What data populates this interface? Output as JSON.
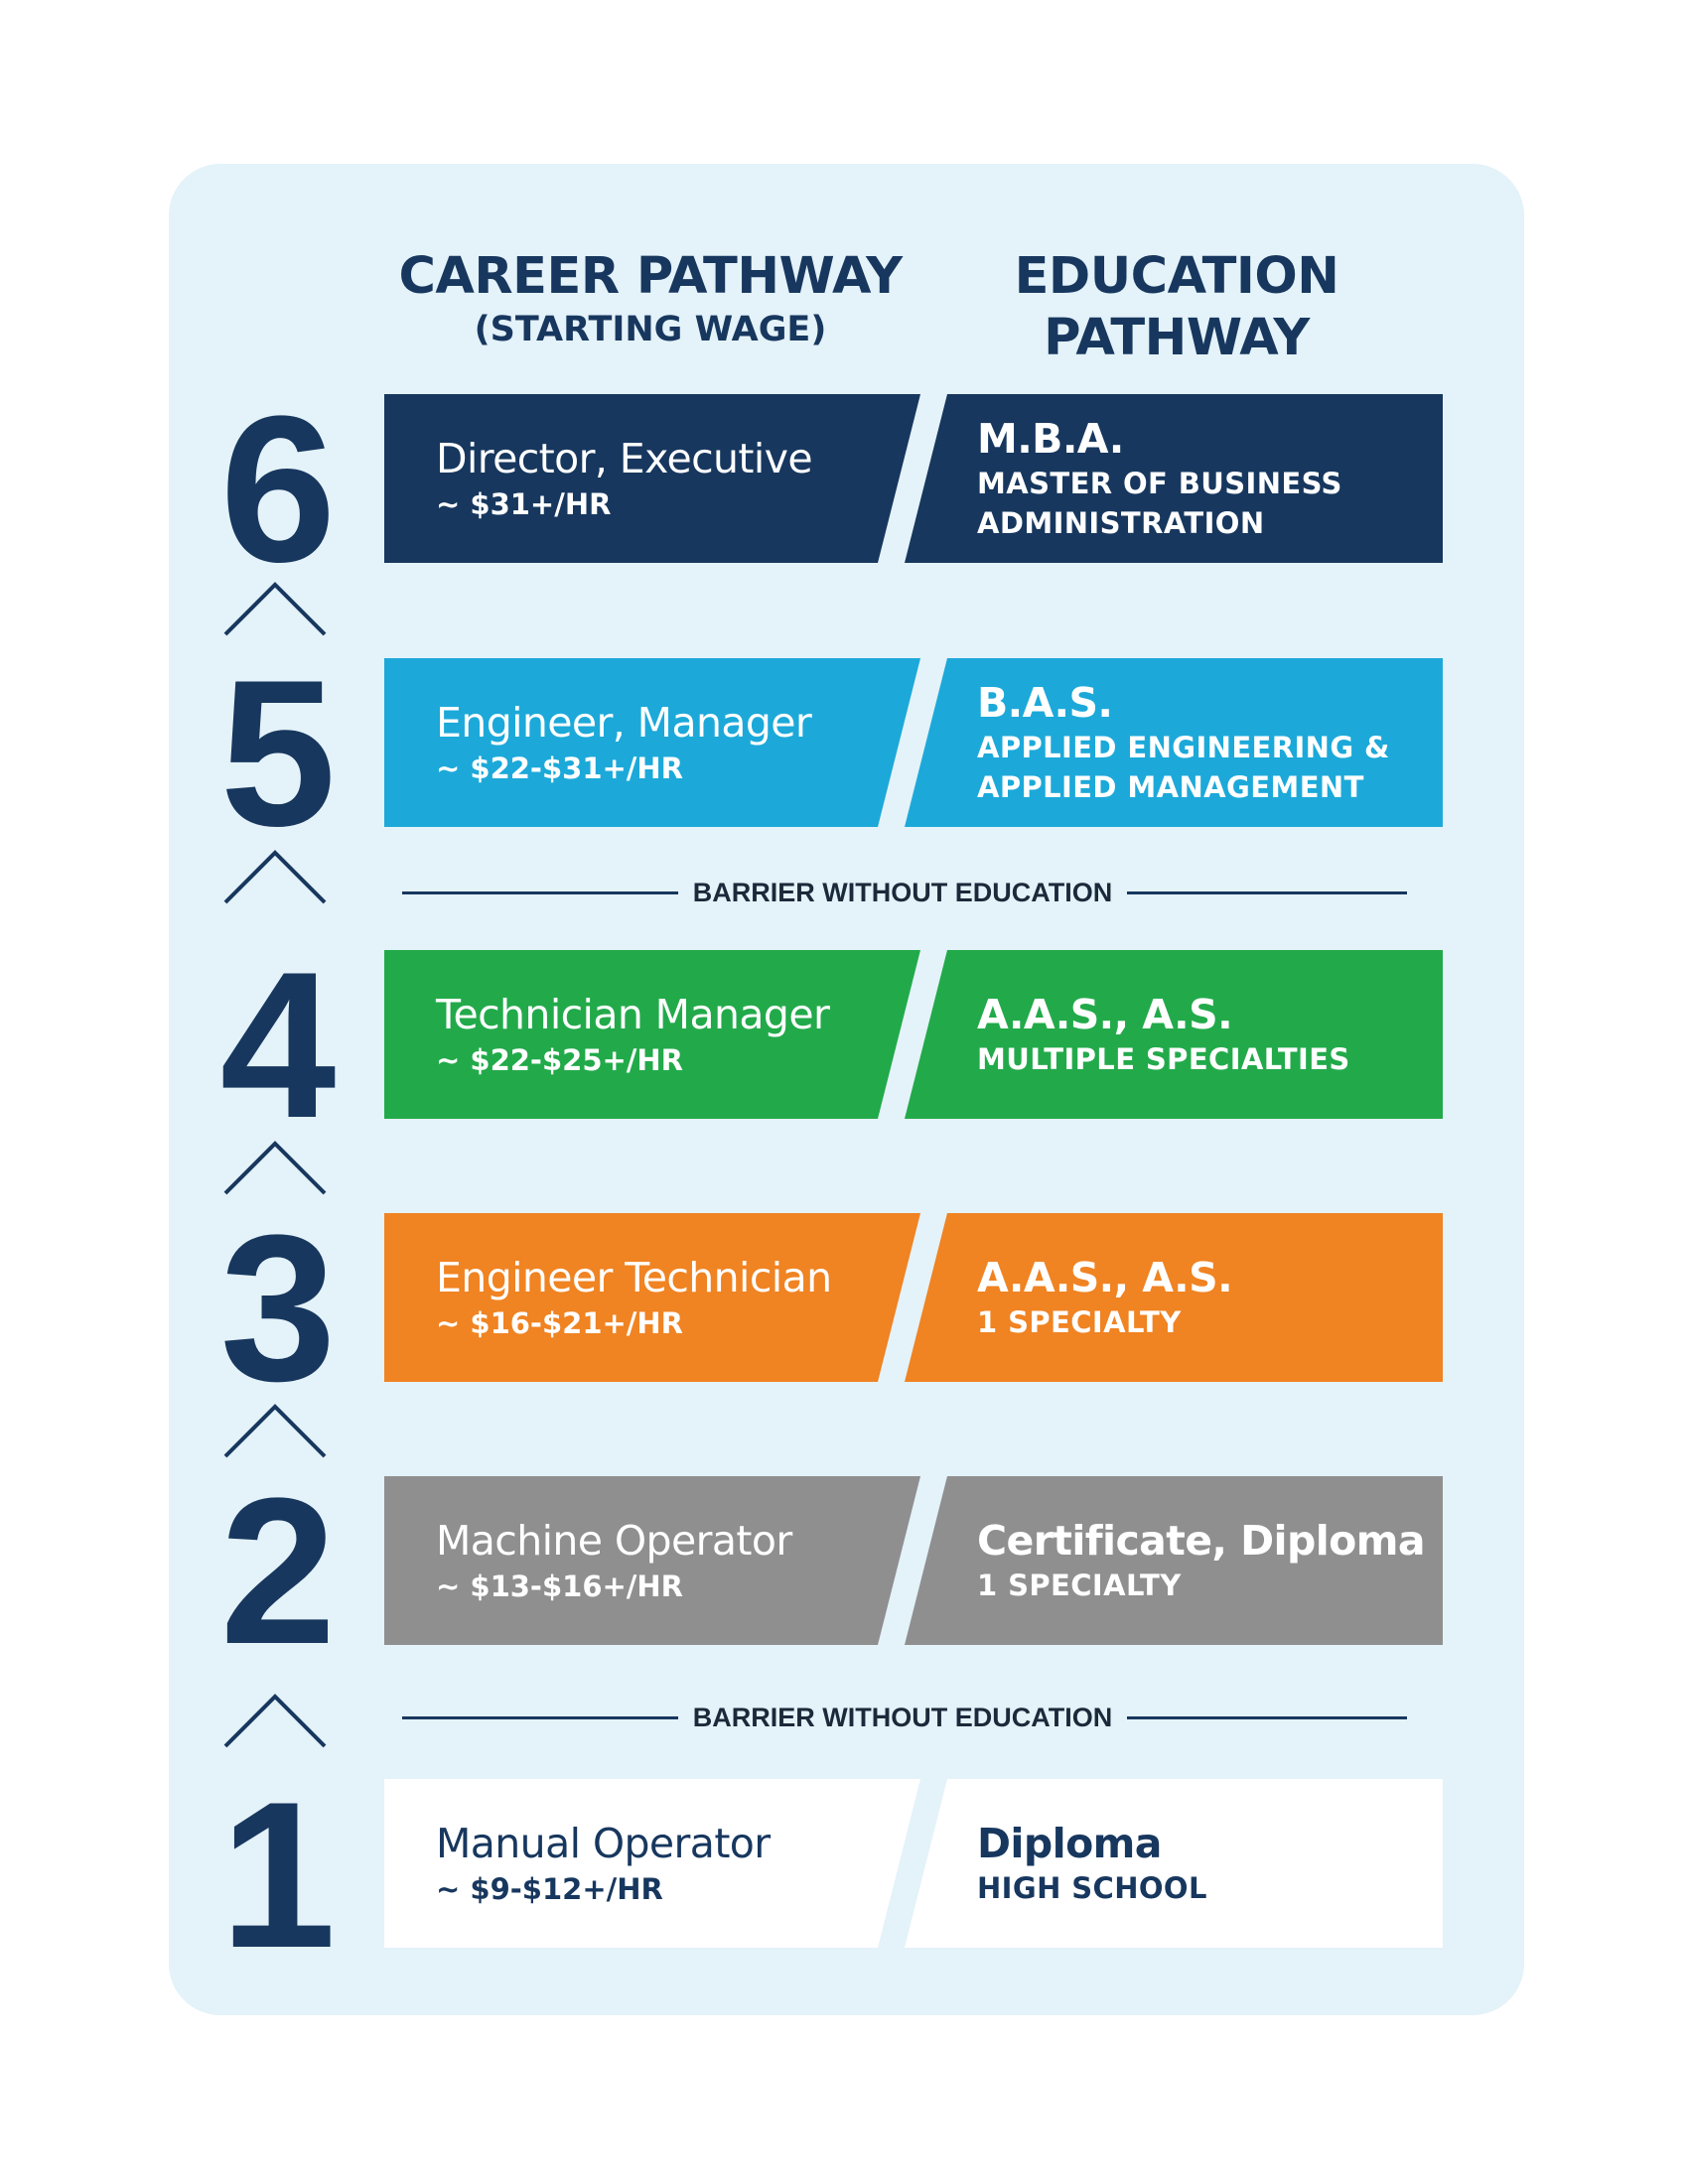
{
  "headers": {
    "career_title": "CAREER PATHWAY",
    "career_subtitle": "(STARTING WAGE)",
    "education_line1": "EDUCATION",
    "education_line2": "PATHWAY"
  },
  "barrier_label": "BARRIER WITHOUT EDUCATION",
  "caret_icon": "up-caret-icon",
  "colors": {
    "panel_bg": "#e4f2f9",
    "navy": "#17375e",
    "level6": "#17375e",
    "level5": "#1ca9d9",
    "level4": "#22aa4a",
    "level3": "#f08322",
    "level2": "#8f8f8f",
    "level1": "#ffffff"
  },
  "levels": [
    {
      "number": "6",
      "career": "Director, Executive",
      "wage": "~ $31+/HR",
      "education": "M.B.A.",
      "education_detail": "MASTER OF BUSINESS ADMINISTRATION",
      "color": "#17375e",
      "text_color": "#ffffff"
    },
    {
      "number": "5",
      "career": "Engineer, Manager",
      "wage": "~ $22-$31+/HR",
      "education": "B.A.S.",
      "education_detail": "APPLIED ENGINEERING & APPLIED MANAGEMENT",
      "color": "#1ca9d9",
      "text_color": "#ffffff"
    },
    {
      "number": "4",
      "career": "Technician Manager",
      "wage": "~ $22-$25+/HR",
      "education": "A.A.S., A.S.",
      "education_detail": "MULTIPLE SPECIALTIES",
      "color": "#22aa4a",
      "text_color": "#ffffff"
    },
    {
      "number": "3",
      "career": "Engineer Technician",
      "wage": "~ $16-$21+/HR",
      "education": "A.A.S., A.S.",
      "education_detail": "1 SPECIALTY",
      "color": "#f08322",
      "text_color": "#ffffff"
    },
    {
      "number": "2",
      "career": "Machine Operator",
      "wage": "~ $13-$16+/HR",
      "education": "Certificate, Diploma",
      "education_detail": "1 SPECIALTY",
      "color": "#8f8f8f",
      "text_color": "#ffffff"
    },
    {
      "number": "1",
      "career": "Manual Operator",
      "wage": "~ $9-$12+/HR",
      "education": "Diploma",
      "education_detail": "HIGH SCHOOL",
      "color": "#ffffff",
      "text_color": "#17375e"
    }
  ]
}
